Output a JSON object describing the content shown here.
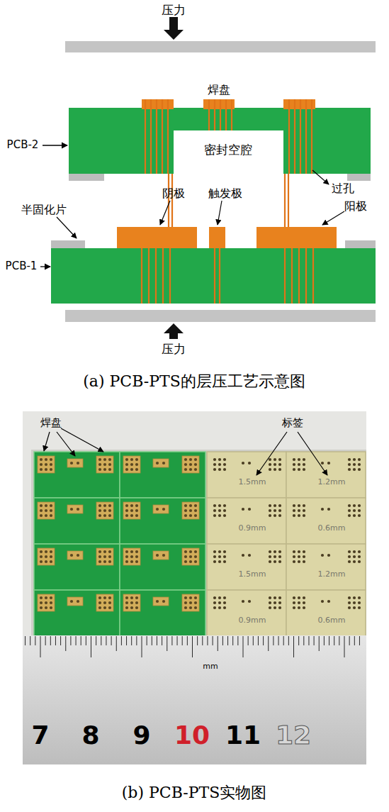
{
  "diagram": {
    "labels": [
      "压力",
      "焊盘",
      "PCB-2",
      "密封空腔",
      "过孔",
      "阴极",
      "触发极",
      "半固化片",
      "阳极",
      "PCB-1",
      "压力",
      "(a) PCB-PTS的层压工艺示意图",
      "焊盘",
      "标签",
      "1.5mm",
      "1.2mm",
      "0.9mm",
      "0.6mm",
      "1.5mm",
      "1.2mm",
      "0.9mm",
      "0.6mm",
      "mm",
      "7",
      "8",
      "9",
      "10",
      "11",
      "12",
      "(b) PCB-PTS实物图"
    ]
  }
}
